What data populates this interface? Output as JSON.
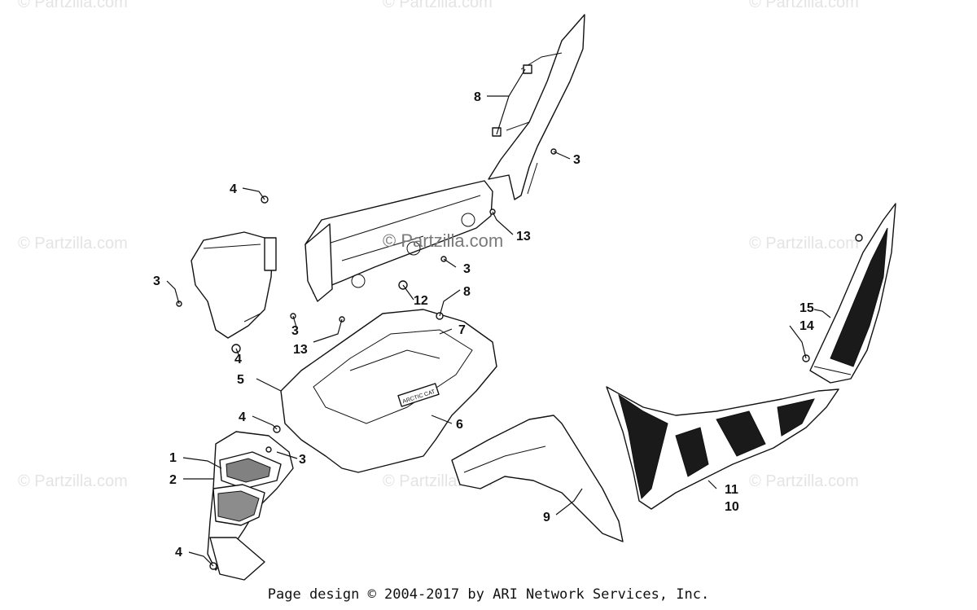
{
  "watermarks": {
    "text": "© Partzilla.com",
    "center": "© Partzilla.com"
  },
  "callouts": {
    "c1": "1",
    "c2": "2",
    "c3a": "3",
    "c3b": "3",
    "c3c": "3",
    "c3d": "3",
    "c3e": "3",
    "c4a": "4",
    "c4b": "4",
    "c4c": "4",
    "c4d": "4",
    "c5": "5",
    "c6": "6",
    "c7": "7",
    "c8a": "8",
    "c8b": "8",
    "c9": "9",
    "c10": "10",
    "c11": "11",
    "c12": "12",
    "c13a": "13",
    "c13b": "13",
    "c14": "14",
    "c15": "15"
  },
  "decal_text": "ARCTIC CAT",
  "footer": "Page design © 2004-2017 by ARI Network Services, Inc."
}
